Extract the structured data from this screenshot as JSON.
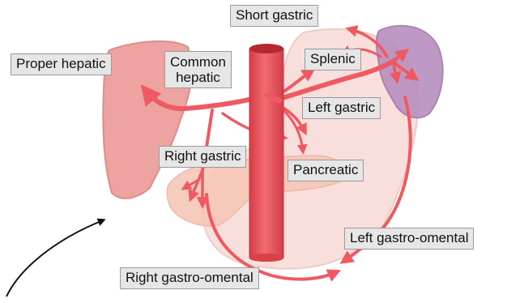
{
  "labels": {
    "short_gastric": "Short gastric",
    "proper_hepatic": "Proper hepatic",
    "common_hepatic_line1": "Common",
    "common_hepatic_line2": "hepatic",
    "splenic": "Splenic",
    "left_gastric": "Left gastric",
    "right_gastric": "Right gastric",
    "pancreatic": "Pancreatic",
    "left_gastro_omental": "Left gastro-omental",
    "right_gastro_omental": "Right gastro-omental"
  },
  "colors": {
    "artery": "#ef5a62",
    "artery_dark": "#c93a44",
    "liver": "#ea9490",
    "stomach": "#f9dcd8",
    "spleen": "#b88fbf",
    "pancreas": "#f6c7b8",
    "label_bg": "#e6e6e6",
    "label_border": "#9a9a9a",
    "pointer": "#111111"
  }
}
